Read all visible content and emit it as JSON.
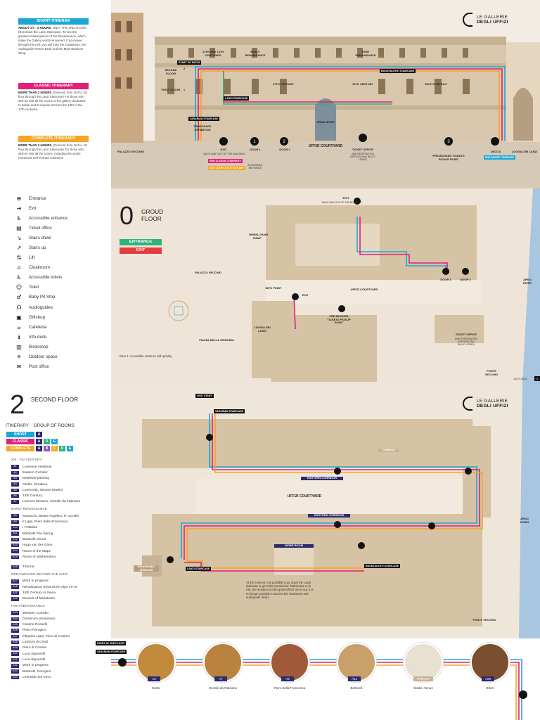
{
  "itineraries": {
    "short": {
      "title": "SHORT ITINERAR",
      "duration": "ABOUT 1½ - 2 HOURS.",
      "text": "ONLY THE 2ND FLOOR (Exit down the Lanzi Staircase). To see the greatest masterpieces of the Renaissance, which make the Gallery world-renowned. If you leave through this exit, you will miss the Cloakroom, the Audioguide Return Desk and the Main Museum Shop.",
      "color": "#1aa7d6"
    },
    "classic": {
      "title": "CLASSIC ITINERARY",
      "duration": "MORE THAN 2 HOURS.",
      "text": "(Descent from 2nd to 1st floor through the Lanzi Staircase) For those who wish to visit all the rooms of the gallery dedicated to Italian and European art from the 13th to the 17th centuries.",
      "color": "#e21f7a"
    },
    "complete": {
      "title": "COMPLETE ITINERARY",
      "duration": "MORE THAN 3 HOURS.",
      "text": "(Descent from 2nd to 1st floor through the Lanzi Staircase) For those who wish to visit all the rooms, including the world-renowned Self-Portrait Collection",
      "color": "#f5a623"
    }
  },
  "legend": [
    {
      "icon": "entrance-icon",
      "glyph": "⊕",
      "label": "Entrance"
    },
    {
      "icon": "exit-icon",
      "glyph": "⇥",
      "label": "Exit"
    },
    {
      "icon": "accessible-entrance-icon",
      "glyph": "♿",
      "label": "Accessible entrance"
    },
    {
      "icon": "ticket-office-icon",
      "glyph": "▤",
      "label": "Ticket office"
    },
    {
      "icon": "stairs-down-icon",
      "glyph": "↘",
      "label": "Stairs down"
    },
    {
      "icon": "stairs-up-icon",
      "glyph": "↗",
      "label": "Stairs up"
    },
    {
      "icon": "lift-icon",
      "glyph": "⇅",
      "label": "Lift"
    },
    {
      "icon": "cloakroom-icon",
      "glyph": "⌂",
      "label": "Cloakroom"
    },
    {
      "icon": "accessible-toilets-icon",
      "glyph": "♿",
      "label": "Accessible toilets"
    },
    {
      "icon": "toilet-icon",
      "glyph": "☺",
      "label": "Toilet"
    },
    {
      "icon": "baby-pit-stop-icon",
      "glyph": "♂",
      "label": "Baby Pit Stop"
    },
    {
      "icon": "audioguides-icon",
      "glyph": "☊",
      "label": "Audioguides"
    },
    {
      "icon": "giftshop-icon",
      "glyph": "▣",
      "label": "Giftshop"
    },
    {
      "icon": "cafeteria-icon",
      "glyph": "☕",
      "label": "Cafeteria"
    },
    {
      "icon": "info-desk-icon",
      "glyph": "ℹ",
      "label": "Info desk"
    },
    {
      "icon": "bookshop-icon",
      "glyph": "▥",
      "label": "Bookshop"
    },
    {
      "icon": "outdoor-space-icon",
      "glyph": "✳",
      "label": "Outdoor space"
    },
    {
      "icon": "post-office-icon",
      "glyph": "✉",
      "label": "Post office"
    }
  ],
  "logo": {
    "line1": "LE GALLERIE",
    "line2": "DEGLI UFFIZI"
  },
  "facade": {
    "labels": {
      "palazzo": "PALAZZO VECCHIO",
      "loggia": "LOGGIA DEI LANZI",
      "courtyard": "UFFIZI COURTYARD",
      "arno": "ARNO RIVER",
      "exit": "EXIT",
      "exit_sub": "BACK WAY OUT OF THE BUILDING",
      "door1": "DOOR 1",
      "door1_sub": "ACCESSIBLE ENTRANCE",
      "door2": "DOOR 2",
      "ticket": "TICKET OFFICE",
      "ticket_sub": "AND RESERVATION (GROUPS AND BULKY ITEMS)",
      "prebooked": "PRE-BOOKED TICKETS PICKUP POINT",
      "uscita": "USCITA",
      "end_short": "END SHORT ITINERARY",
      "end_classic": "END CLASSIC ITINERARY",
      "end_complete": "END COMPLETE ITINERARY",
      "start": "START OF PATHS",
      "second_floor": "SECOND FLOOR",
      "first_floor": "FIRST FLOOR",
      "c13": "13TH AND 14TH CENTURIES",
      "early_ren": "EARLY RENAISSANCE",
      "high_ren": "HIGH RENAISSANCE",
      "c17": "17TH CENTURY",
      "c16": "16TH CENTURY",
      "self_portrait": "SELF-PORTRAIT",
      "lanzi": "LANZI STAIRCASE",
      "buontalenti": "BUONTALENTI STAIRCASE",
      "temp_ex": "TEMPORARY EXHIBITION",
      "vasarian": "VASARIAN STAIRCASE",
      "floor_2": "2",
      "floor_1": "1"
    }
  },
  "ground": {
    "number": "0",
    "title1": "GROUD",
    "title2": "FLOOR",
    "entrance": "ENTRANCE",
    "exit": "EXIT",
    "labels": {
      "palazzo": "PALAZZO VECCHIO",
      "piazza": "PIAZZA DELLA SIGNORIA",
      "courtyard": "UFFIZI COURTYARD",
      "arno": "ARNO RIVER",
      "ponte": "PONTE VECCHIO",
      "loggia": "LOGGIA DEI LANZI",
      "info": "INFO POINT",
      "exit": "EXIT",
      "back": "BACK WAY OUT OF THE BUILDING",
      "wheelchair": "WHEELCHAIR RAMP",
      "prebooked": "PRE-BOOKED TICKETS PICKUP POINT",
      "ticket": "TICKET OFFICE",
      "ticket_sub": "AND RESERVATION (GROUPS AND BULKY ITEMS)",
      "door1": "DOOR 1",
      "door2": "DOOR 2",
      "note": "Door 1: Accessible entrance with priority",
      "date": "JULY 2024",
      "page": "1"
    }
  },
  "second": {
    "number": "2",
    "title": "SECOND FLOOR",
    "cols": [
      "ITINERARY",
      "GROUP OF ROOMS"
    ],
    "rows": [
      {
        "name": "SHORT",
        "color": "#1aa7d6",
        "groups": [
          "A"
        ]
      },
      {
        "name": "CLASSIC",
        "color": "#e21f7a",
        "groups": [
          "A",
          "D",
          "E"
        ]
      },
      {
        "name": "COMPLETE",
        "color": "#f5a623",
        "groups": [
          "A",
          "B",
          "C",
          "D",
          "E"
        ]
      }
    ],
    "sections": [
      {
        "title": "XIII - XIV CENTURY",
        "items": [
          {
            "tag": "A1",
            "label": "Lorenese Vestibule"
          },
          {
            "tag": "A2",
            "label": "Eastern Corridor"
          },
          {
            "tag": "A3",
            "label": "Medieval painting"
          },
          {
            "tag": "A4",
            "label": "Giotto, Cimabue"
          },
          {
            "tag": "A5",
            "label": "Lorenzetti, Simone Martini"
          },
          {
            "tag": "A6",
            "label": "14th Century"
          },
          {
            "tag": "A7",
            "label": "Lorenzo Monaco, Gentile da Fabriano"
          }
        ]
      },
      {
        "title": "EARLY RENAISSANCE",
        "items": [
          {
            "tag": "A8",
            "label": "Masaccio, Beato Angelico, P. Uccello"
          },
          {
            "tag": "A9",
            "label": "Il Lippi, Piero della Francesca"
          },
          {
            "tag": "A10",
            "label": "I Pollaiolo"
          },
          {
            "tag": "A11",
            "label": "Botticelli The Spring"
          },
          {
            "tag": "A12",
            "label": "Botticelli Venus"
          },
          {
            "tag": "A13",
            "label": "Hugo van der Goes"
          },
          {
            "tag": "A14",
            "label": "Room of the Maps"
          },
          {
            "tag": "A15",
            "label": "Room of Mathematics"
          }
        ]
      },
      {
        "title": "",
        "items": [
          {
            "tag": "A16",
            "label": "Tribuna"
          }
        ]
      },
      {
        "title": "RENAISSANCE BEYOND THE ALPS",
        "items": [
          {
            "tag": "A17",
            "label": "Work in progress"
          },
          {
            "tag": "A18",
            "label": "Renaissance beyond the Alps I-II-III"
          },
          {
            "tag": "A21",
            "label": "15th Century in Siena"
          },
          {
            "tag": "A22",
            "label": "Bouvoir of Miniatures"
          }
        ]
      },
      {
        "title": "HIGH RENAISSANCE",
        "items": [
          {
            "tag": "A23",
            "label": "Western Corridor"
          },
          {
            "tag": "A24",
            "label": "Domenico Veneziano"
          },
          {
            "tag": "A25",
            "label": "Cosimo Rosselli"
          },
          {
            "tag": "A26",
            "label": "Pietro Perugino"
          },
          {
            "tag": "A27",
            "label": "Filippino Lippi, Piero di Cosimo"
          },
          {
            "tag": "A28",
            "label": "Lorenzo di Credi"
          },
          {
            "tag": "A29",
            "label": "Piero di Cosimo"
          },
          {
            "tag": "A30",
            "label": "Luca Signorelli"
          },
          {
            "tag": "A31",
            "label": "Luca Signorelli"
          },
          {
            "tag": "A32",
            "label": "Work in progress"
          },
          {
            "tag": "A33",
            "label": "Botticelli, Perugino"
          },
          {
            "tag": "A34",
            "label": "Leonardo Da Vinci"
          }
        ]
      }
    ],
    "map": {
      "visit_start": "VISIT START",
      "vasarian": "VASARIAN STAIRCASE",
      "eastern": "EASTERN CORRIDOR",
      "western": "WESTERN CORRIDOR",
      "courtyard": "UFFIZI COURTYARD",
      "niobe": "NIOBE ROOM",
      "tribuna": "TRIBUNA",
      "panoramic": "PANORAMIC TERRACE",
      "lanzi": "LANZI STAIRCASE",
      "buontalenti": "BUONTALENTI STAIRCASE",
      "arno": "ARNO RIVER",
      "ponte": "PONTE VECCHIO",
      "note": "At the moment, it is possible to go down the Lanzi staircase to go to the mezzanine: bathrooms or to exit, the museum on the ground floor (once out, it is no longer possible to access the cloakroom and audioguide desk)."
    },
    "strip": {
      "start": "START AT 2ND FLOOR",
      "vasarian": "VASARIAN STAIRCASE",
      "works": [
        {
          "tag": "A4",
          "label": "Giotto"
        },
        {
          "tag": "A7",
          "label": "Gentile da Fabriano"
        },
        {
          "tag": "A9",
          "label": "Piero della Francesca"
        },
        {
          "tag": "A12",
          "label": "Botticelli"
        },
        {
          "tag": "TRIBUNA",
          "label": "Medici Venus"
        },
        {
          "tag": "A20",
          "label": "Dürer"
        }
      ]
    }
  }
}
